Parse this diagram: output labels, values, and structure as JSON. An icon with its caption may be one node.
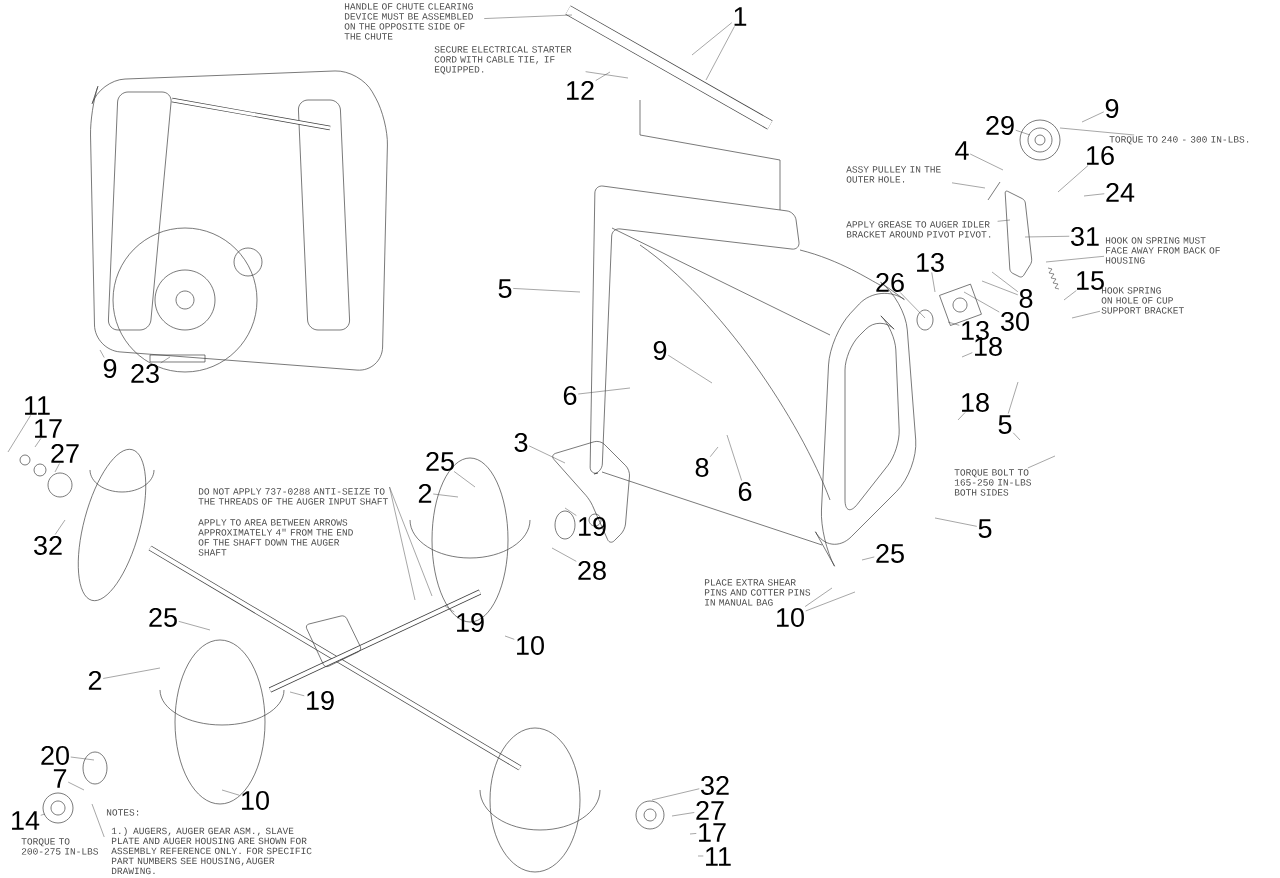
{
  "diagram": {
    "nodes": [
      {
        "text": [
          "HANDLE OF CHUTE CLEARING DEVICE MUST BE ASSEMBLED ON THE OPPOSITE SIDE OF THE CHUTE"
        ]
      },
      {
        "text": [
          "1"
        ]
      },
      {
        "text": [
          "SECURE ELECTRICAL STARTER CORD WITH CABLE TIE, IF EQUIPPED."
        ]
      },
      {
        "text": [
          "12"
        ]
      },
      {
        "text": [
          "29"
        ]
      },
      {
        "text": [
          "9"
        ]
      },
      {
        "text": [
          "TORQUE TO 240 - 300 IN-LBS."
        ]
      },
      {
        "text": [
          "4"
        ]
      },
      {
        "text": [
          "ASSY PULLEY IN THE OUTER HOLE."
        ]
      },
      {
        "text": [
          "16"
        ]
      },
      {
        "text": [
          "24"
        ]
      },
      {
        "text": [
          "APPLY GREASE TO AUGER IDLER BRACKET AROUND PIVOT PIVOT."
        ]
      },
      {
        "text": [
          "31"
        ]
      },
      {
        "text": [
          "HOOK ON SPRING MUST FACE AWAY FROM BACK OF HOUSING"
        ]
      },
      {
        "text": [
          "13"
        ]
      },
      {
        "text": [
          "15"
        ]
      },
      {
        "text": [
          "26"
        ]
      },
      {
        "text": [
          "8"
        ]
      },
      {
        "text": [
          "HOOK SPRING ON HOLE OF CUP SUPPORT BRACKET"
        ]
      },
      {
        "text": [
          "5"
        ]
      },
      {
        "text": [
          "30"
        ]
      },
      {
        "text": [
          "13"
        ]
      },
      {
        "text": [
          "18"
        ]
      },
      {
        "text": [
          "9"
        ]
      },
      {
        "text": [
          "9"
        ]
      },
      {
        "text": [
          "23"
        ]
      },
      {
        "text": [
          "6"
        ]
      },
      {
        "text": [
          "18"
        ]
      },
      {
        "text": [
          "11"
        ]
      },
      {
        "text": [
          "5"
        ]
      },
      {
        "text": [
          "17"
        ]
      },
      {
        "text": [
          "TORQUE BOLT TO 165-250 IN-LBS BOTH SIDES"
        ]
      },
      {
        "text": [
          "3"
        ]
      },
      {
        "text": [
          "27"
        ]
      },
      {
        "text": [
          "25"
        ]
      },
      {
        "text": [
          "8"
        ]
      },
      {
        "text": [
          "DO NOT APPLY 737-0288 ANTI-SEIZE TO THE THREADS OF THE AUGER INPUT SHAFT"
        ]
      },
      {
        "text": [
          "2"
        ]
      },
      {
        "text": [
          "6"
        ]
      },
      {
        "text": [
          "19"
        ]
      },
      {
        "text": [
          "5"
        ]
      },
      {
        "text": [
          "32"
        ]
      },
      {
        "text": [
          "25"
        ]
      },
      {
        "text": [
          "28"
        ]
      },
      {
        "text": [
          "10"
        ]
      },
      {
        "text": [
          "25"
        ]
      },
      {
        "text": [
          "19"
        ]
      },
      {
        "text": [
          "10"
        ]
      },
      {
        "text": [
          "2"
        ]
      },
      {
        "text": [
          "19"
        ]
      },
      {
        "text": [
          "20"
        ]
      },
      {
        "text": [
          "7"
        ]
      },
      {
        "text": [
          "32"
        ]
      },
      {
        "text": [
          "10"
        ]
      },
      {
        "text": [
          "27"
        ]
      },
      {
        "text": [
          "14"
        ]
      },
      {
        "text": [
          "TORQUE TO 200-275 IN-LBS"
        ]
      },
      {
        "text": [
          "17"
        ]
      },
      {
        "text": [
          "11"
        ]
      }
    ],
    "edges": [
      {
        "from": 0,
        "to": null,
        "arrow": "none"
      },
      {
        "from": 1,
        "to": null,
        "arrow": "none"
      },
      {
        "from": 1,
        "to": null,
        "arrow": "none"
      },
      {
        "from": 2,
        "to": null,
        "arrow": "none"
      },
      {
        "from": 3,
        "to": null,
        "arrow": "none"
      },
      {
        "from": 4,
        "to": null,
        "arrow": "none"
      },
      {
        "from": 5,
        "to": null,
        "arrow": "none"
      },
      {
        "from": 6,
        "to": null,
        "arrow": "none"
      },
      {
        "from": 7,
        "to": null,
        "arrow": "none"
      },
      {
        "from": 8,
        "to": null,
        "arrow": "none"
      },
      {
        "from": 9,
        "to": null,
        "arrow": "none"
      },
      {
        "from": 10,
        "to": null,
        "arrow": "none"
      },
      {
        "from": 11,
        "to": null,
        "arrow": "none"
      },
      {
        "from": 12,
        "to": null,
        "arrow": "none"
      },
      {
        "from": 13,
        "to": null,
        "arrow": "none"
      },
      {
        "from": 14,
        "to": null,
        "arrow": "none"
      },
      {
        "from": 15,
        "to": null,
        "arrow": "none"
      },
      {
        "from": 16,
        "to": null,
        "arrow": "none"
      },
      {
        "from": 17,
        "to": null,
        "arrow": "none"
      },
      {
        "from": 17,
        "to": null,
        "arrow": "none"
      },
      {
        "from": 18,
        "to": null,
        "arrow": "none"
      },
      {
        "from": 19,
        "to": null,
        "arrow": "none"
      },
      {
        "from": 20,
        "to": null,
        "arrow": "none"
      },
      {
        "from": 21,
        "to": null,
        "arrow": "none"
      },
      {
        "from": 22,
        "to": null,
        "arrow": "none"
      },
      {
        "from": 23,
        "to": null,
        "arrow": "none"
      },
      {
        "from": 24,
        "to": null,
        "arrow": "none"
      },
      {
        "from": 25,
        "to": null,
        "arrow": "none"
      },
      {
        "from": 26,
        "to": null,
        "arrow": "none"
      },
      {
        "from": 27,
        "to": null,
        "arrow": "none"
      },
      {
        "from": 28,
        "to": null,
        "arrow": "none"
      },
      {
        "from": 29,
        "to": null,
        "arrow": "none"
      },
      {
        "from": 29,
        "to": null,
        "arrow": "none"
      },
      {
        "from": 30,
        "to": null,
        "arrow": "none"
      },
      {
        "from": 31,
        "to": null,
        "arrow": "none"
      },
      {
        "from": 32,
        "to": null,
        "arrow": "none"
      },
      {
        "from": 33,
        "to": null,
        "arrow": "none"
      },
      {
        "from": 34,
        "to": null,
        "arrow": "none"
      },
      {
        "from": 35,
        "to": null,
        "arrow": "none"
      },
      {
        "from": 36,
        "to": null,
        "arrow": "none"
      },
      {
        "from": 36,
        "to": null,
        "arrow": "none"
      },
      {
        "from": 37,
        "to": null,
        "arrow": "none"
      },
      {
        "from": 38,
        "to": null,
        "arrow": "none"
      },
      {
        "from": 39,
        "to": null,
        "arrow": "none"
      },
      {
        "from": 40,
        "to": null,
        "arrow": "none"
      },
      {
        "from": 41,
        "to": null,
        "arrow": "none"
      },
      {
        "from": 42,
        "to": null,
        "arrow": "none"
      },
      {
        "from": 43,
        "to": null,
        "arrow": "none"
      },
      {
        "from": 44,
        "to": null,
        "arrow": "none"
      },
      {
        "from": 44,
        "to": null,
        "arrow": "none"
      },
      {
        "from": 45,
        "to": null,
        "arrow": "none"
      },
      {
        "from": 46,
        "to": null,
        "arrow": "none"
      },
      {
        "from": 47,
        "to": null,
        "arrow": "none"
      },
      {
        "from": 48,
        "to": null,
        "arrow": "none"
      },
      {
        "from": 49,
        "to": null,
        "arrow": "none"
      },
      {
        "from": 50,
        "to": null,
        "arrow": "none"
      },
      {
        "from": 51,
        "to": null,
        "arrow": "none"
      },
      {
        "from": 52,
        "to": null,
        "arrow": "none"
      },
      {
        "from": 53,
        "to": null,
        "arrow": "none"
      },
      {
        "from": 54,
        "to": null,
        "arrow": "none"
      },
      {
        "from": 55,
        "to": null,
        "arrow": "none"
      },
      {
        "from": 56,
        "to": null,
        "arrow": "none"
      },
      {
        "from": 57,
        "to": null,
        "arrow": "none"
      },
      {
        "from": 58,
        "to": null,
        "arrow": "none"
      }
    ],
    "labels": [
      "APPLY TO AREA BETWEEN ARROWS APPROXIMATELY 4\" FROM THE END OF THE SHAFT DOWN THE AUGER SHAFT",
      "PLACE EXTRA SHEAR PINS AND COTTER PINS IN MANUAL BAG",
      "NOTES:",
      "1.) AUGERS, AUGER GEAR ASM., SLAVE PLATE AND AUGER HOUSING ARE SHOWN FOR ASSEMBLY REFERENCE ONLY. FOR SPECIFIC PART NUMBERS SEE HOUSING,AUGER DRAWING."
    ]
  }
}
